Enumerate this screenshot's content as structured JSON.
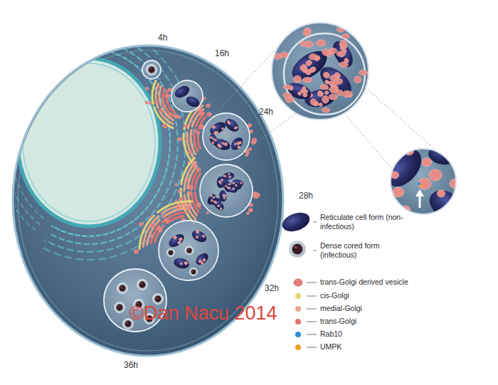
{
  "diagram": {
    "labels": [
      "4h",
      "16h",
      "24h",
      "28h",
      "32h",
      "36h",
      "©Dan Nacu 2014"
    ],
    "legend": [
      {
        "text": "Reticulate cell form (non-infectious)"
      },
      {
        "text": "Dense cored form (infectious)"
      },
      {
        "text": "trans-Golgi derived vesicle"
      },
      {
        "text": "cis-Golgi",
        "color": "#e6d474"
      },
      {
        "text": "medial-Golgi",
        "color": "#eaa484"
      },
      {
        "text": "trans-Golgi",
        "color": "#e4716b"
      },
      {
        "text": "Rab10",
        "color": "#2f8fd8"
      },
      {
        "text": "UMPK",
        "color": "#f2a11f"
      }
    ]
  }
}
